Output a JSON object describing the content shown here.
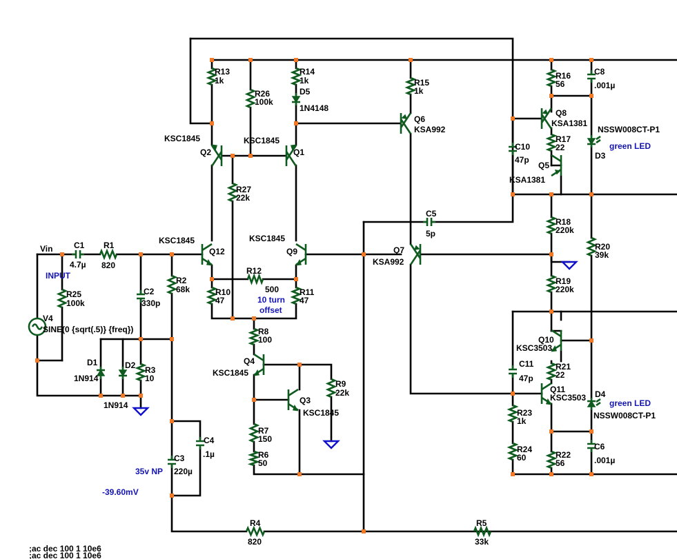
{
  "components": {
    "R13": {
      "ref": "R13",
      "value": "1k"
    },
    "R14": {
      "ref": "R14",
      "value": "1k"
    },
    "R15": {
      "ref": "R15",
      "value": "1k"
    },
    "R26": {
      "ref": "R26",
      "value": "100k"
    },
    "R27": {
      "ref": "R27",
      "value": "22k"
    },
    "R16": {
      "ref": "R16",
      "value": "56"
    },
    "R17": {
      "ref": "R17",
      "value": "22"
    },
    "R18": {
      "ref": "R18",
      "value": "220k"
    },
    "R19": {
      "ref": "R19",
      "value": "220k"
    },
    "R20": {
      "ref": "R20",
      "value": "39k"
    },
    "R21": {
      "ref": "R21",
      "value": "22"
    },
    "R22": {
      "ref": "R22",
      "value": "56"
    },
    "R23": {
      "ref": "R23",
      "value": "1k"
    },
    "R24": {
      "ref": "R24",
      "value": "60"
    },
    "R1": {
      "ref": "R1",
      "value": "820"
    },
    "R2": {
      "ref": "R2",
      "value": "68k"
    },
    "R3": {
      "ref": "R3",
      "value": "10"
    },
    "R25": {
      "ref": "R25",
      "value": "100k"
    },
    "R10": {
      "ref": "R10",
      "value": "47"
    },
    "R11": {
      "ref": "R11",
      "value": "47"
    },
    "R12": {
      "ref": "R12",
      "value": "500"
    },
    "R8": {
      "ref": "R8",
      "value": "100"
    },
    "R9": {
      "ref": "R9",
      "value": "22k"
    },
    "R7": {
      "ref": "R7",
      "value": "150"
    },
    "R6": {
      "ref": "R6",
      "value": "50"
    },
    "R4": {
      "ref": "R4",
      "value": "820"
    },
    "R5": {
      "ref": "R5",
      "value": "33k"
    },
    "C1": {
      "ref": "C1",
      "value": "4.7µ"
    },
    "C2": {
      "ref": "C2",
      "value": "330p"
    },
    "C3": {
      "ref": "C3",
      "value": "220µ"
    },
    "C4": {
      "ref": "C4",
      "value": ".1µ"
    },
    "C5": {
      "ref": "C5",
      "value": "5p"
    },
    "C6": {
      "ref": "C6",
      "value": ".001µ"
    },
    "C8": {
      "ref": "C8",
      "value": ".001µ"
    },
    "C10": {
      "ref": "C10",
      "value": "47p"
    },
    "C11": {
      "ref": "C11",
      "value": "47p"
    },
    "D1": {
      "ref": "D1",
      "value": "1N914"
    },
    "D2": {
      "ref": "D2",
      "value": "1N914"
    },
    "D3": {
      "ref": "D3",
      "value": "NSSW008CT-P1",
      "note": "green LED"
    },
    "D4": {
      "ref": "D4",
      "value": "NSSW008CT-P1",
      "note": "green LED"
    },
    "D5": {
      "ref": "D5",
      "value": "1N4148"
    },
    "Q1": {
      "ref": "Q1",
      "value": "KSC1845"
    },
    "Q2": {
      "ref": "Q2",
      "value": "KSC1845"
    },
    "Q3": {
      "ref": "Q3",
      "value": "KSC1845"
    },
    "Q4": {
      "ref": "Q4",
      "value": "KSC1845"
    },
    "Q5": {
      "ref": "Q5",
      "value": "KSA1381"
    },
    "Q6": {
      "ref": "Q6",
      "value": "KSA992"
    },
    "Q7": {
      "ref": "Q7",
      "value": "KSA992"
    },
    "Q8": {
      "ref": "Q8",
      "value": "KSA1381"
    },
    "Q9": {
      "ref": "Q9",
      "value": "KSC1845"
    },
    "Q10": {
      "ref": "Q10",
      "value": "KSC3503"
    },
    "Q11": {
      "ref": "Q11",
      "value": "KSC3503"
    },
    "Q12": {
      "ref": "Q12",
      "value": "KSC1845"
    },
    "V4": {
      "ref": "V4",
      "value": "SINE(0 {sqrt(.5)} {freq})"
    }
  },
  "notes": {
    "vin": "Vin",
    "input": "INPUT",
    "r12_turns": "10 turn",
    "r12_offset": "offset",
    "c3_type": "35v NP",
    "voltage": "-39.60mV",
    "directive1": ";ac dec 100 1 10e6",
    "directive2": ";ac dec 100 1 10e6"
  },
  "colors": {
    "wire": "#000000",
    "component": "#0f5a1e",
    "junction": "#f07a28",
    "ground": "#1010c8",
    "annotation": "#1414b4"
  }
}
